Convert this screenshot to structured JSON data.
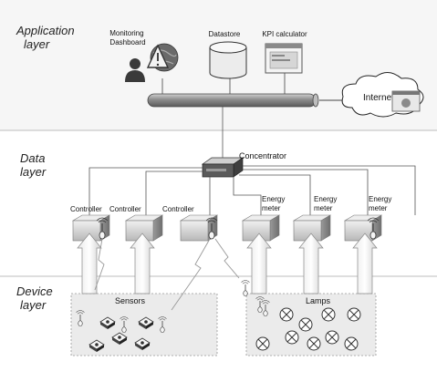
{
  "layers": {
    "application": [
      "Application",
      "layer"
    ],
    "data": [
      "Data",
      "layer"
    ],
    "device": [
      "Device",
      "layer"
    ]
  },
  "application": {
    "monitoring": [
      "Monitoring",
      "Dashboard"
    ],
    "datastore": "Datastore",
    "kpi": "KPI calculator",
    "internet": "Internet"
  },
  "data_layer": {
    "concentrator": "Concentrator",
    "controller": "Controller",
    "energy_meter": [
      "Energy",
      "meter"
    ]
  },
  "device_layer": {
    "sensors": "Sensors",
    "lamps": "Lamps"
  },
  "colors": {
    "layer_band": "#f2f2f2",
    "group_box": "#ececec",
    "device_fill": "#d9d9d9",
    "bus": "#a6a6a6"
  }
}
